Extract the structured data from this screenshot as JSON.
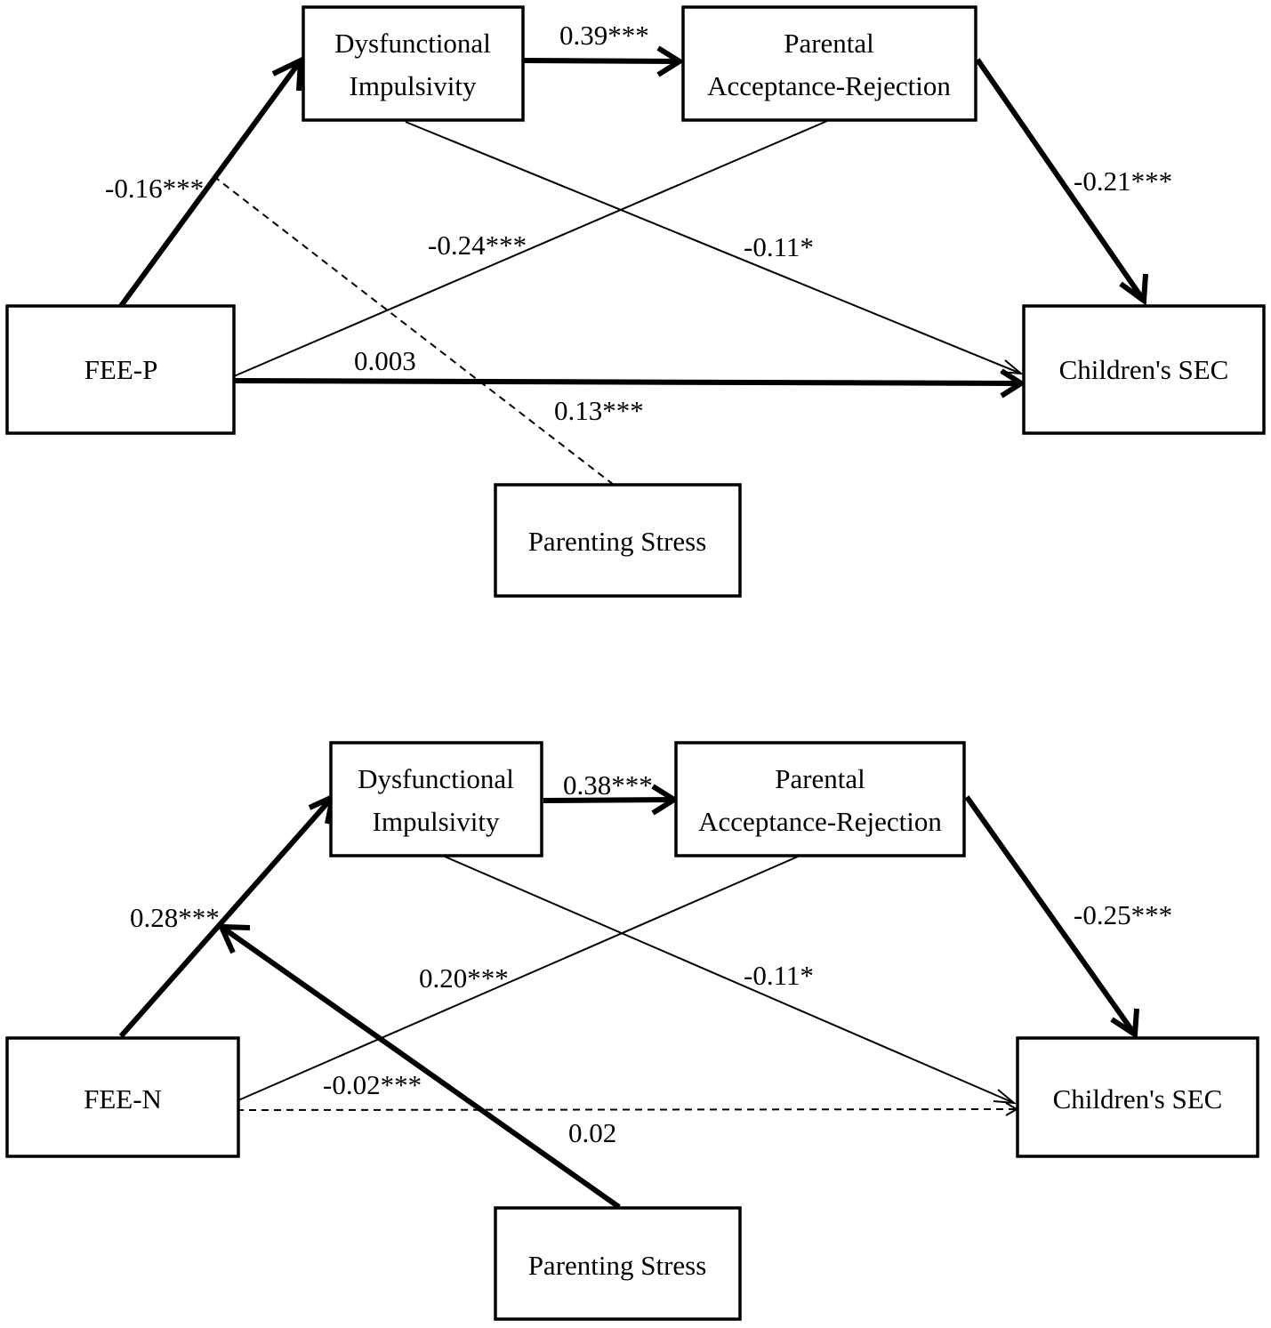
{
  "panel_a": {
    "nodes": {
      "fee": "FEE-P",
      "impulsivity_line1": "Dysfunctional",
      "impulsivity_line2": "Impulsivity",
      "parental_line1": "Parental",
      "parental_line2": "Acceptance-Rejection",
      "sec": "Children's  SEC",
      "stress": "Parenting Stress"
    },
    "coefficients": {
      "fee_to_impulsivity": "-0.16***",
      "impulsivity_to_parental": "0.39***",
      "parental_to_sec": "-0.21***",
      "fee_to_parental": "-0.24***",
      "impulsivity_to_sec": "-0.11*",
      "fee_to_sec": "0.003",
      "stress_interaction": "0.13***"
    }
  },
  "panel_b": {
    "nodes": {
      "fee": "FEE-N",
      "impulsivity_line1": "Dysfunctional",
      "impulsivity_line2": "Impulsivity",
      "parental_line1": "Parental",
      "parental_line2": "Acceptance-Rejection",
      "sec": "Children's  SEC",
      "stress": "Parenting Stress"
    },
    "coefficients": {
      "fee_to_impulsivity": "0.28***",
      "impulsivity_to_parental": "0.38***",
      "parental_to_sec": "-0.25***",
      "fee_to_parental": "0.20***",
      "impulsivity_to_sec": "-0.11*",
      "fee_to_sec": "-0.02***",
      "stress_interaction": "0.02"
    }
  }
}
